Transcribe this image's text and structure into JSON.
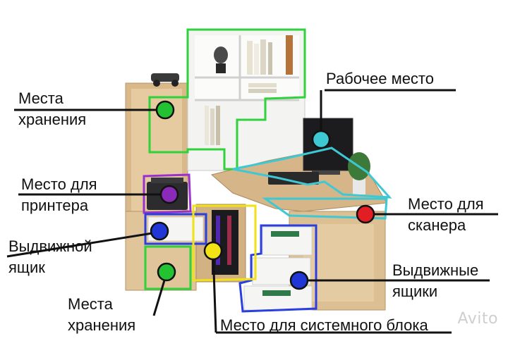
{
  "image": {
    "description": "Corner computer desk with shelving, annotated with colored zones and labels"
  },
  "labels": {
    "storage_top": [
      "Места",
      "хранения"
    ],
    "workplace": "Рабочее место",
    "printer": [
      "Место для",
      "принтера"
    ],
    "scanner": [
      "Место для",
      "сканера"
    ],
    "drawer": [
      "Выдвижной",
      "ящик"
    ],
    "drawers": [
      "Выдвижные",
      "ящики"
    ],
    "storage_bottom": [
      "Места",
      "хранения"
    ],
    "system_unit": "Место для системного блока"
  },
  "marker_colors": {
    "storage": "#22c232",
    "workplace": "#3ec8d4",
    "printer": "#8a2bb8",
    "scanner": "#e01e24",
    "drawer": "#2136d6",
    "system_unit": "#f2e216"
  },
  "outline_colors": {
    "storage": "#2fd23a",
    "workplace": "#3ec8d4",
    "printer": "#9932cc",
    "scanner": "#3ec8d4",
    "drawer": "#2b3fe0",
    "system_unit": "#f0e21a"
  },
  "watermark": "Avito"
}
